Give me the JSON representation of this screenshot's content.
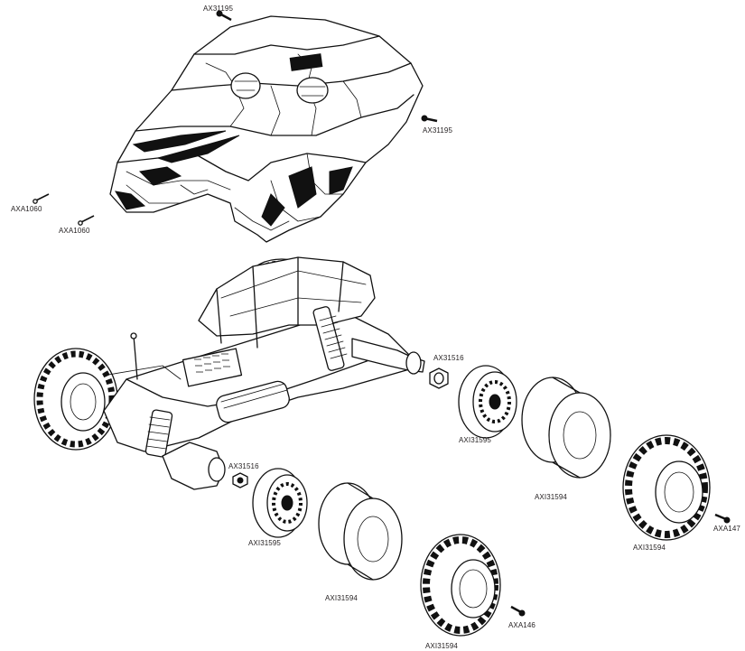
{
  "parts": {
    "body_screw_top": "AX31195",
    "body_screw_right": "AX31195",
    "pin_a": "AXA1060",
    "pin_b": "AXA1060",
    "hex_rear": "AX31516",
    "hex_front": "AX31516",
    "wheel_front": "AXI31595",
    "wheel_rear": "AXI31595",
    "foam_front": "AXI31594",
    "foam_rear": "AXI31594",
    "tire_front": "AXI31594",
    "tire_rear": "AXI31594",
    "screw_front": "AXA147",
    "screw_rear": "AXA146"
  }
}
